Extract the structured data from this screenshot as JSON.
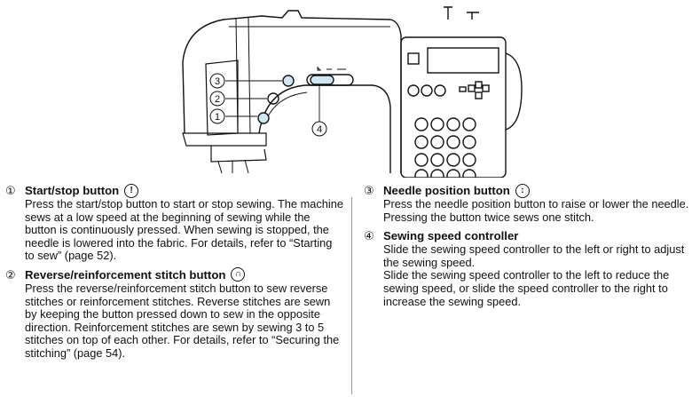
{
  "illustration": {
    "callouts": [
      "3",
      "2",
      "1",
      "4"
    ]
  },
  "items": [
    {
      "num": "①",
      "title": "Start/stop button",
      "paragraphs": [
        "Press the start/stop button to start or stop sewing. The machine sews at a low speed at the beginning of sewing while the button is continuously pressed. When sewing is stopped, the needle is lowered into the fabric. For details, refer to “Starting to sew” (page 52)."
      ]
    },
    {
      "num": "②",
      "title": "Reverse/reinforcement stitch button",
      "paragraphs": [
        "Press the reverse/reinforcement stitch button to sew reverse stitches or reinforcement stitches. Reverse stitches are sewn by keeping the button pressed down to sew in the opposite direction. Reinforcement stitches are sewn by sewing 3 to 5 stitches on top of each other. For details, refer to “Securing the stitching” (page 54)."
      ]
    },
    {
      "num": "③",
      "title": "Needle position button",
      "paragraphs": [
        "Press the needle position button to raise or lower the needle. Pressing the button twice sews one stitch."
      ]
    },
    {
      "num": "④",
      "title": "Sewing speed controller",
      "paragraphs": [
        "Slide the sewing speed controller to the left or right to adjust the sewing speed.",
        "Slide the sewing speed controller to the left to reduce the sewing speed, or slide the speed controller to the right to increase the sewing speed."
      ]
    }
  ]
}
